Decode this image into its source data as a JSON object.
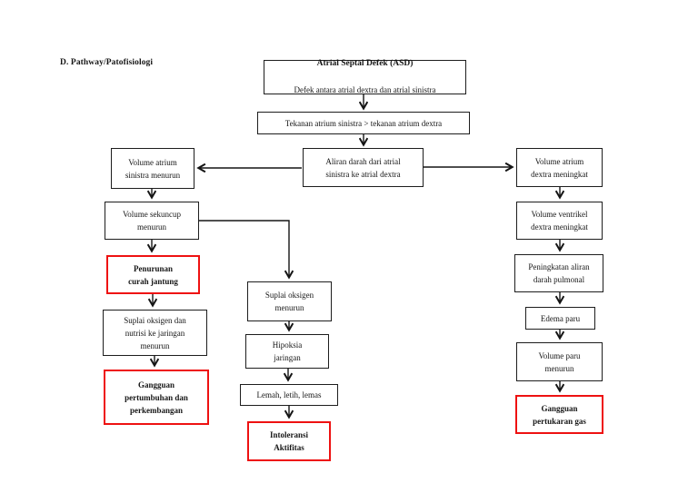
{
  "page": {
    "heading": "D. Pathway/Patofisiologi"
  },
  "colors": {
    "highlight_border": "#ee1111",
    "box_border": "#1d1d1d",
    "arrow": "#151515",
    "background": "#ffffff"
  },
  "diagram": {
    "nodes": {
      "asd": {
        "title": "Atrial Septal Defek (ASD)",
        "subtitle": "Defek antara atrial dextra dan atrial sinistra"
      },
      "tekanan": {
        "text": "Tekanan atrium sinistra > tekanan atrium dextra"
      },
      "aliran": {
        "text": "Aliran darah dari atrial\nsinistra ke atrial dextra"
      },
      "vol_atrium_sinistra": {
        "text": "Volume atrium\nsinistra menurun"
      },
      "vol_sekuncup": {
        "text": "Volume sekuncup\nmenurun"
      },
      "penurunan_curah": {
        "text": "Penurunan\ncurah jantung",
        "highlight": true
      },
      "suplai_jaringan": {
        "text": "Suplai oksigen dan\nnutrisi ke jaringan\nmenurun"
      },
      "gangguan_pertumbuhan": {
        "text": "Gangguan\npertumbuhan dan\nperkembangan",
        "highlight": true
      },
      "suplai_oksigen": {
        "text": "Suplai oksigen\nmenurun"
      },
      "hipoksia": {
        "text": "Hipoksia\njaringan"
      },
      "lemah": {
        "text": "Lemah, letih, lemas"
      },
      "intoleransi": {
        "text": "Intoleransi\nAktifitas",
        "highlight": true
      },
      "vol_atrium_dextra": {
        "text": "Volume atrium\ndextra meningkat"
      },
      "vol_ventrikel": {
        "text": "Volume ventrikel\ndextra meningkat"
      },
      "peningkatan_aliran": {
        "text": "Peningkatan aliran\ndarah pulmonal"
      },
      "edema_paru": {
        "text": "Edema paru"
      },
      "vol_paru": {
        "text": "Volume paru\nmenurun"
      },
      "gangguan_gas": {
        "text": "Gangguan\npertukaran gas",
        "highlight": true
      }
    }
  }
}
